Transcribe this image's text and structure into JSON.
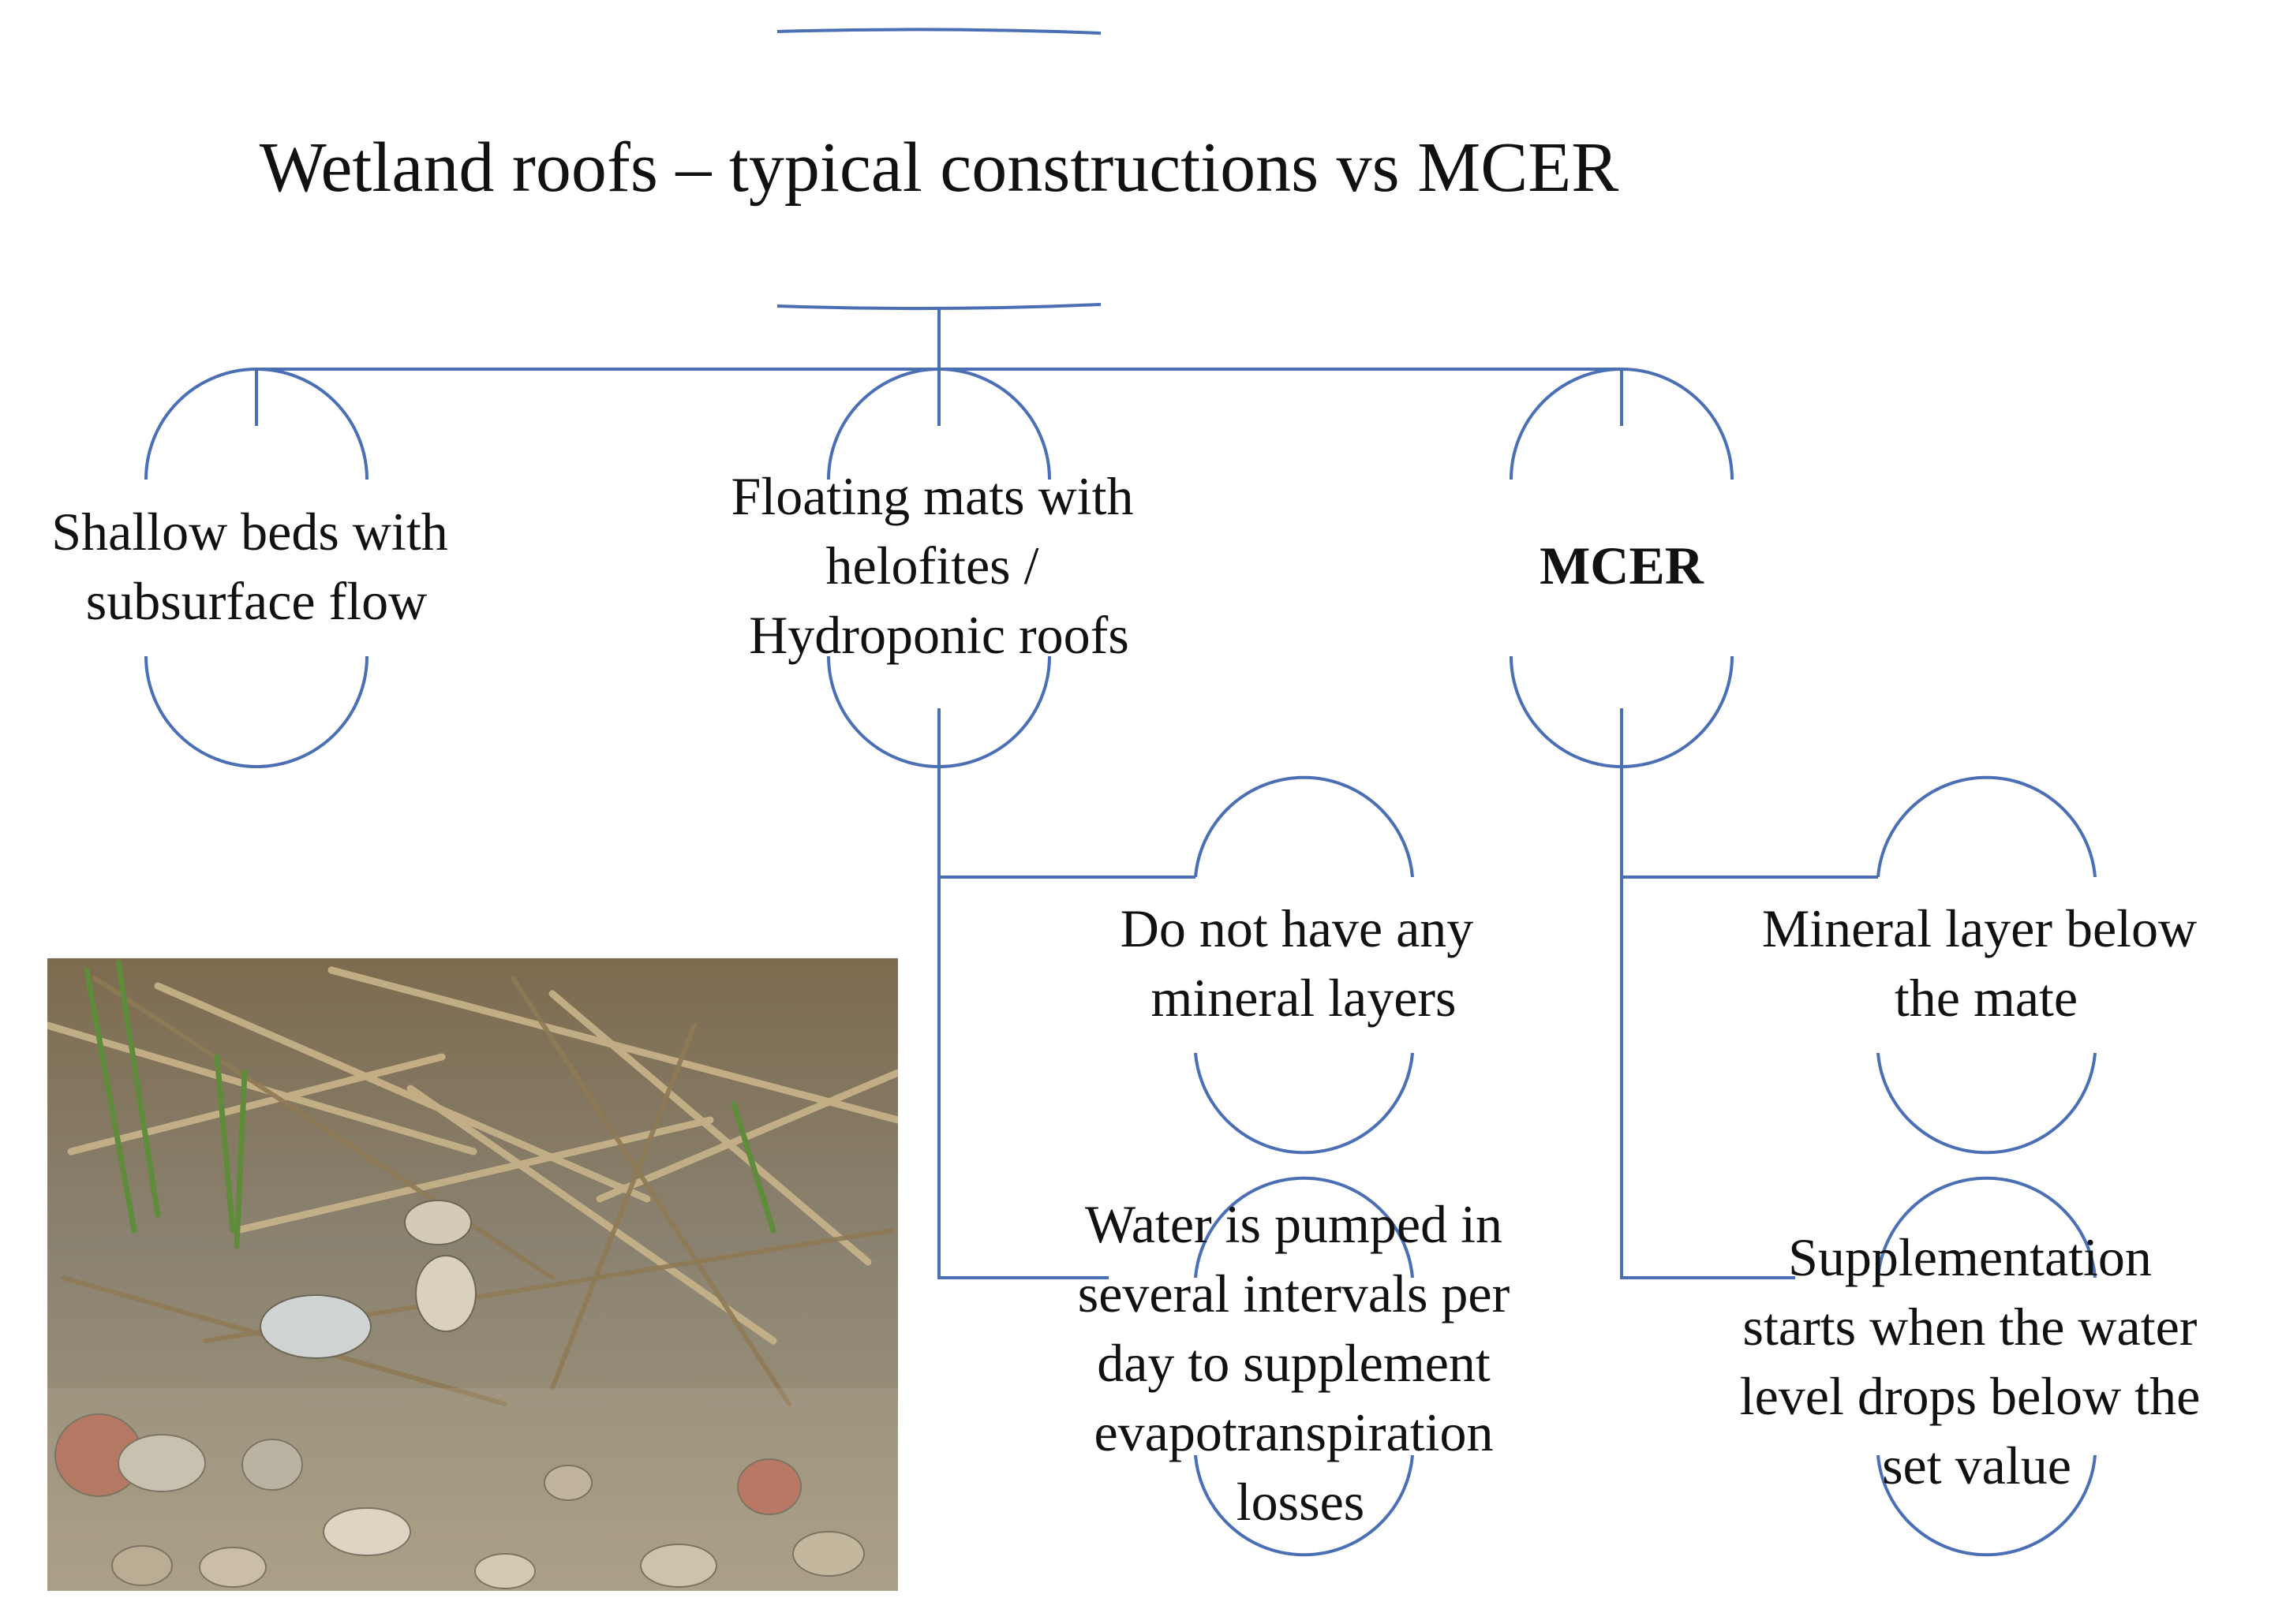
{
  "title": "Wetland roofs – typical constructions vs MCER",
  "nodes": {
    "shallow_beds": {
      "lines": [
        "Shallow beds with",
        "subsurface flow"
      ]
    },
    "floating_mats": {
      "lines": [
        "Floating mats with",
        "helofites /",
        "Hydroponic roofs"
      ]
    },
    "mcer": {
      "lines": [
        "MCER"
      ]
    },
    "no_mineral": {
      "lines": [
        "Do not have any",
        "mineral layers"
      ]
    },
    "water_pumped": {
      "lines": [
        "Water is pumped in",
        "several intervals per",
        "day to supplement",
        "evapotranspiration",
        "losses"
      ]
    },
    "mineral_below": {
      "lines": [
        "Mineral layer below",
        "the mate"
      ]
    },
    "supplementation": {
      "lines": [
        "Supplementation",
        "starts when the water",
        "level drops below the",
        "set value"
      ]
    }
  },
  "colors": {
    "connector": "#4a6fb5",
    "text": "#111111"
  }
}
